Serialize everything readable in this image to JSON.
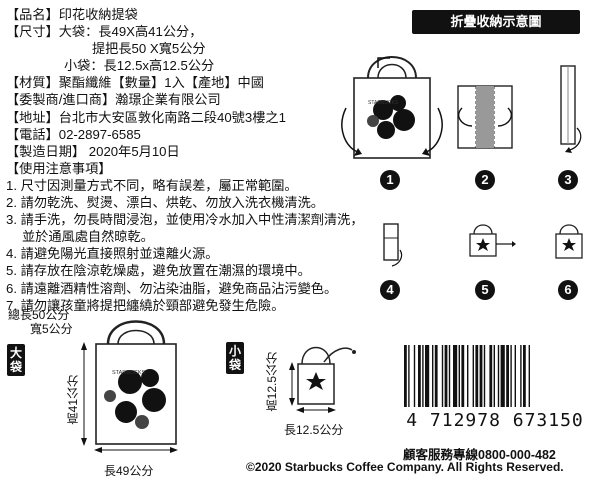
{
  "specs": {
    "name": "【品名】印花收納提袋",
    "size_label": "【尺寸】大袋：長49X高41公分，",
    "size_handle": "提把長50 X寬5公分",
    "size_small": "小袋：長12.5x高12.5公分",
    "material": "【材質】聚酯纖維【數量】1入【產地】中國",
    "maker": "【委製商/進口商】瀚璟企業有限公司",
    "address": "【地址】台北市大安區敦化南路二段40號3樓之1",
    "phone": "【電話】02-2897-6585",
    "date": "【製造日期】 2020年5月10日",
    "notes_title": "【使用注意事項】",
    "notes": [
      "1. 尺寸因測量方式不同，略有誤差，屬正常範圍。",
      "2. 請勿乾洗、熨燙、漂白、烘乾、勿放入洗衣機清洗。",
      "3. 請手洗，勿長時間浸泡，並使用冷水加入中性清潔劑清洗，",
      "並於通風處自然晾乾。",
      "4. 請避免陽光直接照射並遠離火源。",
      "5. 請存放在陰涼乾燥處，避免放置在潮濕的環境中。",
      "6. 請遠離酒精性溶劑、勿沾染油脂，避免商品沾污變色。",
      "7. 請勿讓孩童將提把纏繞於頸部避免發生危險。"
    ]
  },
  "fold_diagram": {
    "title": "折疊收納示意圖",
    "steps": [
      "1",
      "2",
      "3",
      "4",
      "5",
      "6"
    ]
  },
  "big_bag": {
    "tag": "大袋",
    "total_length": "總長50公分",
    "width": "寬5公分",
    "height": "高41公分",
    "length": "長49公分"
  },
  "small_bag": {
    "tag": "小袋",
    "height": "高12.5公分",
    "length": "長12.5公分"
  },
  "barcode": {
    "number": "4 712978 673150"
  },
  "footer": {
    "hotline": "顧客服務專線0800-000-482",
    "copyright": "©2020 Starbucks Coffee Company. All Rights Reserved."
  }
}
